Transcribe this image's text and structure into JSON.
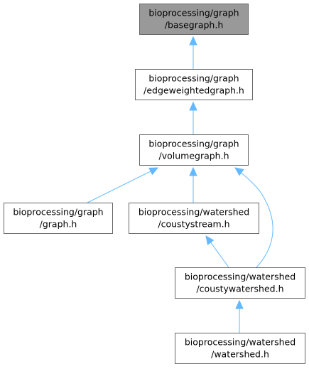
{
  "diagram": {
    "nodes": [
      {
        "id": "basegraph",
        "lines": [
          "bioprocessing/graph",
          "/basegraph.h"
        ],
        "highlighted": true
      },
      {
        "id": "edgeweightedgraph",
        "lines": [
          "bioprocessing/graph",
          "/edgeweightedgraph.h"
        ],
        "highlighted": false
      },
      {
        "id": "volumegraph",
        "lines": [
          "bioprocessing/graph",
          "/volumegraph.h"
        ],
        "highlighted": false
      },
      {
        "id": "graph",
        "lines": [
          "bioprocessing/graph",
          "/graph.h"
        ],
        "highlighted": false
      },
      {
        "id": "coustystream",
        "lines": [
          "bioprocessing/watershed",
          "/coustystream.h"
        ],
        "highlighted": false
      },
      {
        "id": "coustywatershed",
        "lines": [
          "bioprocessing/watershed",
          "/coustywatershed.h"
        ],
        "highlighted": false
      },
      {
        "id": "watershed",
        "lines": [
          "bioprocessing/watershed",
          "/watershed.h"
        ],
        "highlighted": false
      }
    ],
    "edges": [
      {
        "from": "edgeweightedgraph",
        "to": "basegraph"
      },
      {
        "from": "volumegraph",
        "to": "edgeweightedgraph"
      },
      {
        "from": "graph",
        "to": "volumegraph"
      },
      {
        "from": "coustystream",
        "to": "volumegraph"
      },
      {
        "from": "coustywatershed",
        "to": "volumegraph"
      },
      {
        "from": "coustywatershed",
        "to": "coustystream"
      },
      {
        "from": "watershed",
        "to": "coustywatershed"
      }
    ],
    "colors": {
      "highlight_fill": "#999999",
      "node_fill": "#ffffff",
      "node_border": "#666666",
      "highlight_border": "#666666",
      "edge": "#63b8ff",
      "text": "#000000"
    }
  }
}
